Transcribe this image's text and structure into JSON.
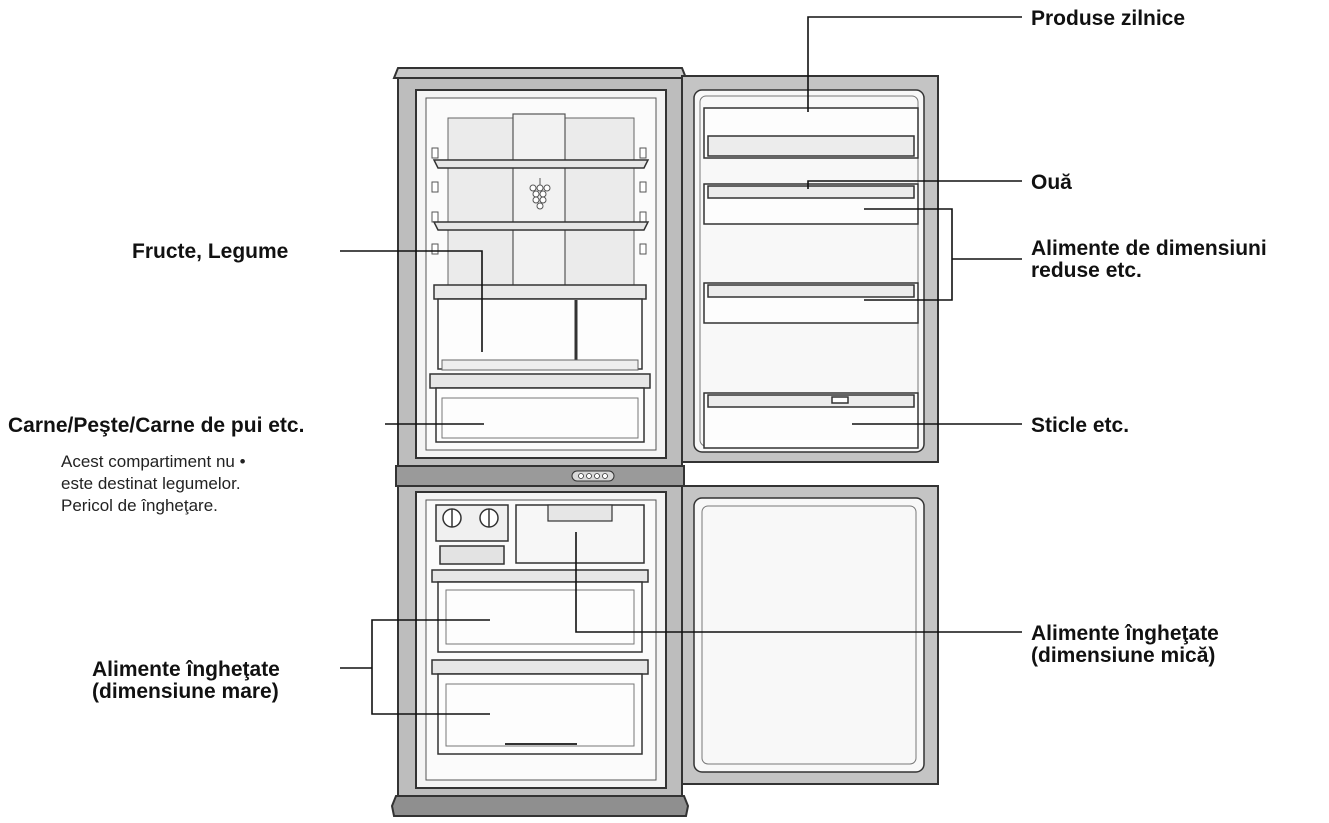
{
  "labels": {
    "daily_products": "Produse zilnice",
    "eggs": "Ouă",
    "small_foods_line1": "Alimente de dimensiuni",
    "small_foods_line2": "reduse etc.",
    "bottles": "Sticle etc.",
    "fruits_vegetables": "Fructe, Legume",
    "meat_fish": "Carne/Peşte/Carne de pui etc.",
    "note_line1": "Acest compartiment nu •",
    "note_line2": "este destinat legumelor.",
    "note_line3": "Pericol de îngheţare.",
    "frozen_large_line1": "Alimente îngheţate",
    "frozen_large_line2": "(dimensiune mare)",
    "frozen_small_line1": "Alimente îngheţate",
    "frozen_small_line2": "(dimensiune mică)"
  },
  "colors": {
    "line": "#333333",
    "fill_light": "#f2f2f2",
    "fill_mid": "#d9d9d9",
    "fill_dark": "#9a9a9a"
  }
}
